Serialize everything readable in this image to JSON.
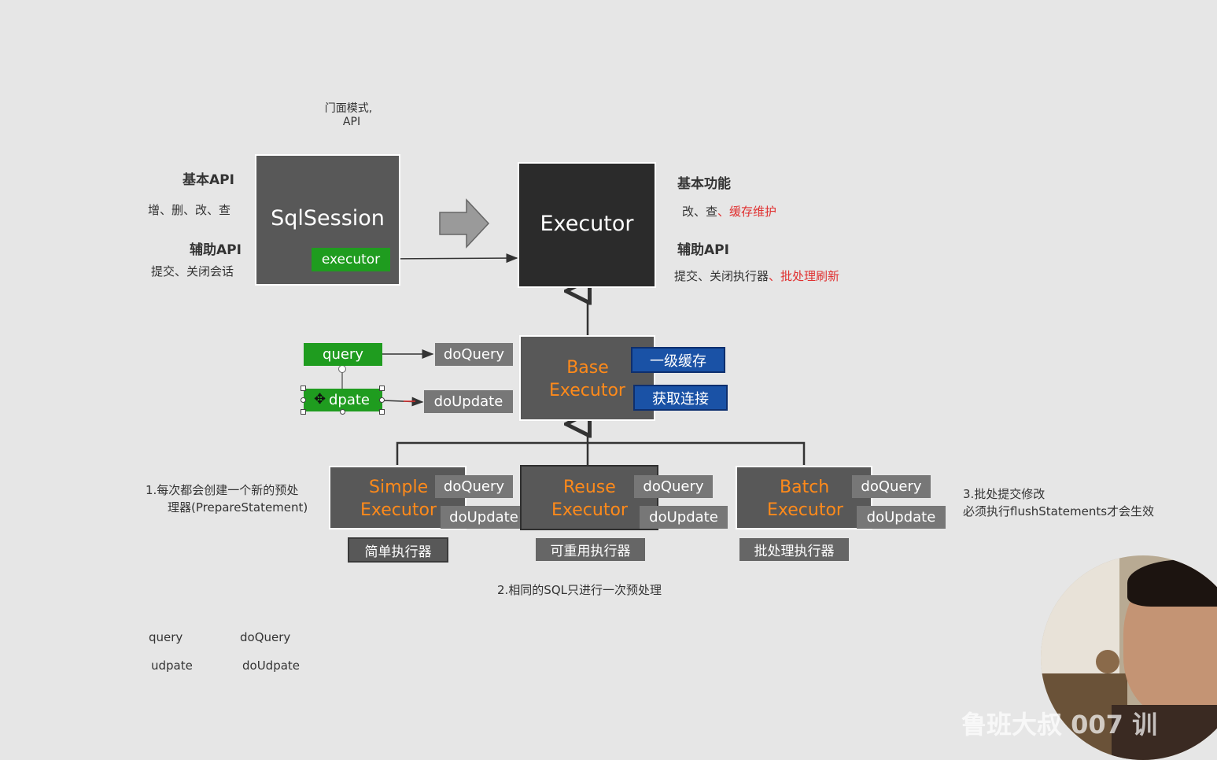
{
  "facade_note": {
    "line1": "门面模式,",
    "line2": "API"
  },
  "left_panel": {
    "basic_api_title": "基本API",
    "basic_api_items": "增、删、改、查",
    "aux_api_title": "辅助API",
    "aux_api_items": "提交、关闭会话"
  },
  "sqlsession": {
    "title": "SqlSession",
    "executor_label": "executor"
  },
  "executor": {
    "title": "Executor"
  },
  "right_panel": {
    "basic_title": "基本功能",
    "basic_items": "改、查",
    "basic_extra": "、缓存维护",
    "aux_title": "辅助API",
    "aux_items": "提交、关闭执行器",
    "aux_extra": "、批处理刷新"
  },
  "methods": {
    "query": "query",
    "update": "dpate",
    "do_query": "doQuery",
    "do_update": "doUpdate"
  },
  "base_executor": {
    "line1": "Base",
    "line2": "Executor",
    "cache_label": "一级缓存",
    "connection_label": "获取连接"
  },
  "subclasses": [
    {
      "line1": "Simple",
      "line2": "Executor",
      "do_query": "doQuery",
      "do_update": "doUpdate",
      "caption": "简单执行器"
    },
    {
      "line1": "Reuse",
      "line2": "Executor",
      "do_query": "doQuery",
      "do_update": "doUpdate",
      "caption": "可重用执行器"
    },
    {
      "line1": "Batch",
      "line2": "Executor",
      "do_query": "doQuery",
      "do_update": "doUpdate",
      "caption": "批处理执行器"
    }
  ],
  "notes": {
    "simple_line1": "1.每次都会创建一个新的预处",
    "simple_line2": "理器(PrepareStatement)",
    "reuse": "2.相同的SQL只进行一次预处理",
    "batch_line1": "3.批处提交修改",
    "batch_line2": "必须执行flushStatements才会生效"
  },
  "bottom_list": {
    "query": "query",
    "do_query": "doQuery",
    "update": "udpate",
    "do_update": "doUdpate"
  },
  "watermark": "鲁班大叔 007 训",
  "colors": {
    "background": "#e6e6e6",
    "box_grey": "#585858",
    "box_dark": "#2b2b2b",
    "orange": "#ff8a1a",
    "green": "#1f9c1f",
    "blue": "#1a52a6",
    "red": "#e03030"
  }
}
